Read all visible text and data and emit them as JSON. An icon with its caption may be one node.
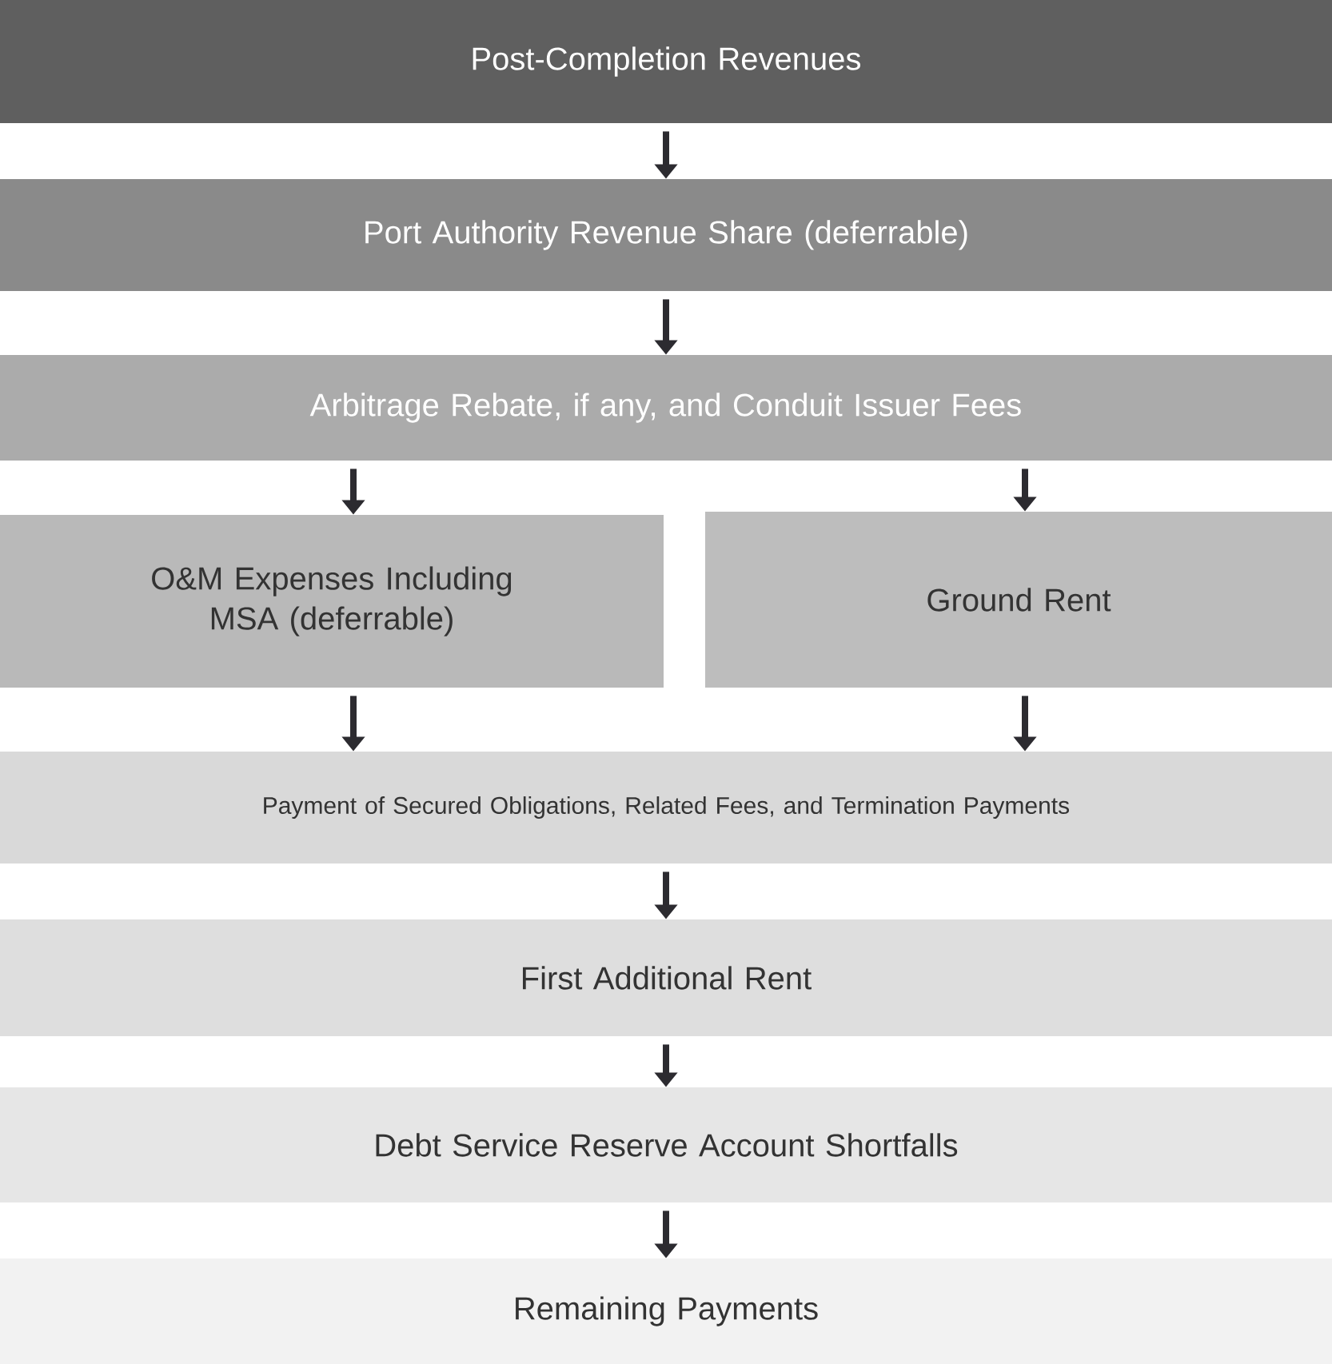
{
  "diagram": {
    "nodes": [
      {
        "text": [
          "Post-Completion Revenues"
        ]
      },
      {
        "text": [
          "Port Authority Revenue Share (deferrable)"
        ]
      },
      {
        "text": [
          "Arbitrage Rebate, if any, and Conduit Issuer Fees"
        ]
      },
      {
        "text": [
          "O&M Expenses Including MSA (deferrable)"
        ]
      },
      {
        "text": [
          "Ground Rent"
        ]
      },
      {
        "text": [
          "Payment of Secured Obligations, Related Fees, and Termination Payments"
        ]
      },
      {
        "text": [
          "First Additional Rent"
        ]
      },
      {
        "text": [
          "Debt Service Reserve Account Shortfalls"
        ]
      },
      {
        "text": [
          "Remaining Payments"
        ]
      }
    ],
    "edges": [
      {
        "from": 0,
        "to": 1,
        "arrow": "to"
      },
      {
        "from": 1,
        "to": 2,
        "arrow": "to"
      },
      {
        "from": 2,
        "to": 3,
        "arrow": "to"
      },
      {
        "from": 2,
        "to": 4,
        "arrow": "to"
      },
      {
        "from": 3,
        "to": 5,
        "arrow": "to"
      },
      {
        "from": 4,
        "to": 5,
        "arrow": "to"
      },
      {
        "from": 5,
        "to": 6,
        "arrow": "to"
      },
      {
        "from": 6,
        "to": 7,
        "arrow": "to"
      },
      {
        "from": 7,
        "to": 8,
        "arrow": "to"
      }
    ]
  }
}
